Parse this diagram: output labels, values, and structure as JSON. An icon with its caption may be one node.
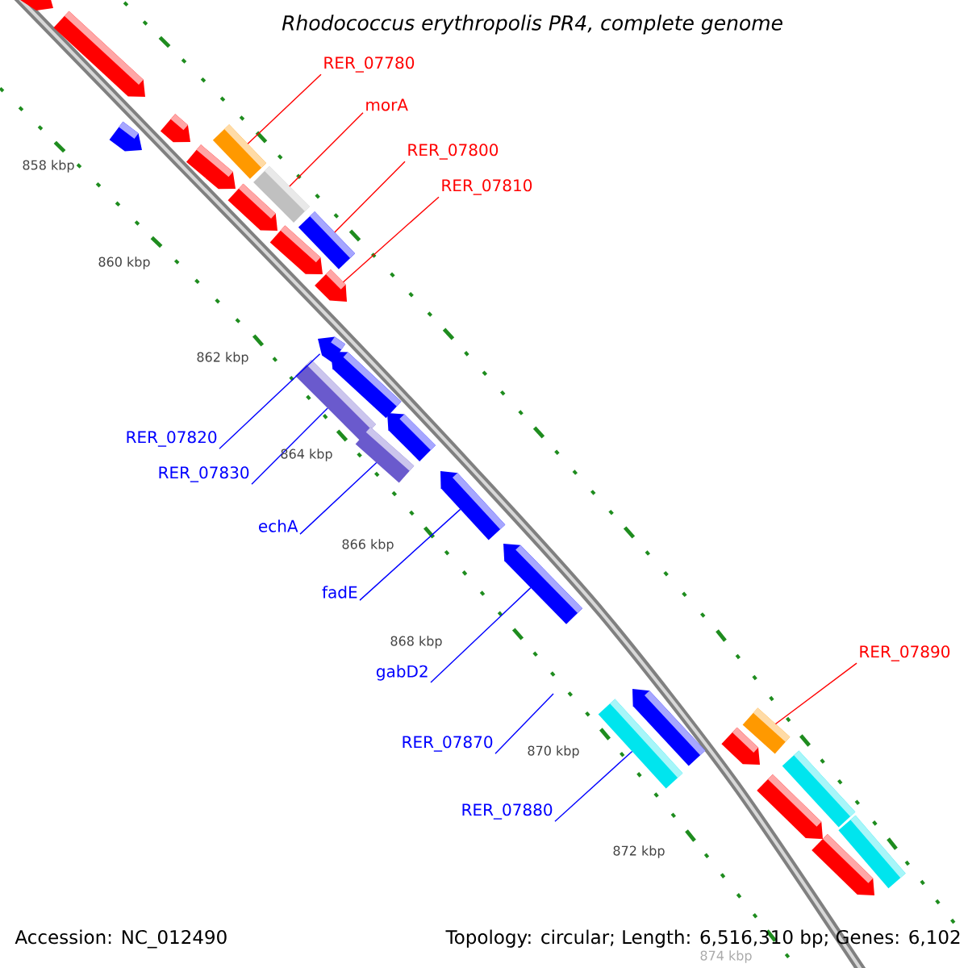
{
  "diagram": {
    "title": "Rhodococcus erythropolis PR4, complete genome",
    "nodes": [
      {
        "text": [
          "RER_07780"
        ]
      },
      {
        "text": [
          "morA"
        ]
      },
      {
        "text": [
          "RER_07800"
        ]
      },
      {
        "text": [
          "RER_07810"
        ]
      },
      {
        "text": [
          "RER_07820"
        ]
      },
      {
        "text": [
          "RER_07830"
        ]
      },
      {
        "text": [
          "echA"
        ]
      },
      {
        "text": [
          "fadE"
        ]
      },
      {
        "text": [
          "gabD2"
        ]
      },
      {
        "text": [
          "RER_07870"
        ]
      },
      {
        "text": [
          "RER_07880"
        ]
      },
      {
        "text": [
          "RER_07890"
        ]
      },
      {
        "text": [],
        "shape": "bar"
      },
      {
        "text": [],
        "shape": "bar"
      },
      {
        "text": [],
        "shape": "bar"
      },
      {
        "text": [],
        "shape": "pentagon"
      },
      {
        "text": [],
        "shape": "pentagon"
      },
      {
        "text": [],
        "shape": "bar"
      },
      {
        "text": [],
        "shape": "bar"
      },
      {
        "text": [],
        "shape": "pentagon"
      },
      {
        "text": [],
        "shape": "pentagon"
      },
      {
        "text": [],
        "shape": "bar"
      },
      {
        "text": [],
        "shape": "bar"
      },
      {
        "text": [],
        "shape": "pentagon"
      },
      {
        "text": [],
        "shape": "pentagon"
      },
      {
        "text": [],
        "shape": "pentagon"
      },
      {
        "text": [],
        "shape": "pentagon"
      },
      {
        "text": [],
        "shape": "pentagon"
      },
      {
        "text": [],
        "shape": "pentagon"
      },
      {
        "text": [],
        "shape": "pentagon"
      },
      {
        "text": [],
        "shape": "pentagon"
      },
      {
        "text": [],
        "shape": "pentagon"
      },
      {
        "text": [],
        "shape": "pentagon"
      },
      {
        "text": [],
        "shape": "pentagon"
      },
      {
        "text": [],
        "shape": "pentagon"
      },
      {
        "text": [],
        "shape": "pentagon"
      },
      {
        "text": [],
        "shape": "bar"
      },
      {
        "text": [],
        "shape": "bar"
      }
    ],
    "edges": [
      {
        "from": 0,
        "to": 12,
        "arrow": "none",
        "color": "#ff0000"
      },
      {
        "from": 1,
        "to": 13,
        "arrow": "none",
        "color": "#ff0000"
      },
      {
        "from": 2,
        "to": 14,
        "arrow": "none",
        "color": "#ff0000"
      },
      {
        "from": 3,
        "to": 15,
        "arrow": "none",
        "color": "#ff0000"
      },
      {
        "from": 4,
        "to": 16,
        "arrow": "none"
      },
      {
        "from": 5,
        "to": 17,
        "arrow": "none"
      },
      {
        "from": 6,
        "to": 18,
        "arrow": "none"
      },
      {
        "from": 7,
        "to": 19,
        "arrow": "none"
      },
      {
        "from": 8,
        "to": 20,
        "arrow": "none"
      },
      {
        "from": 9,
        "to": null,
        "arrow": "none"
      },
      {
        "from": 10,
        "to": 21,
        "arrow": "none"
      },
      {
        "from": 11,
        "to": 22,
        "arrow": "none",
        "color": "#ff0000"
      }
    ],
    "labels": [
      "858 kbp",
      "860 kbp",
      "862 kbp",
      "864 kbp",
      "866 kbp",
      "868 kbp",
      "870 kbp",
      "872 kbp",
      "874 kbp",
      "Accession: NC_012490",
      "Topology: circular; Length: 6,516,310 bp; Genes: 6,102"
    ]
  }
}
